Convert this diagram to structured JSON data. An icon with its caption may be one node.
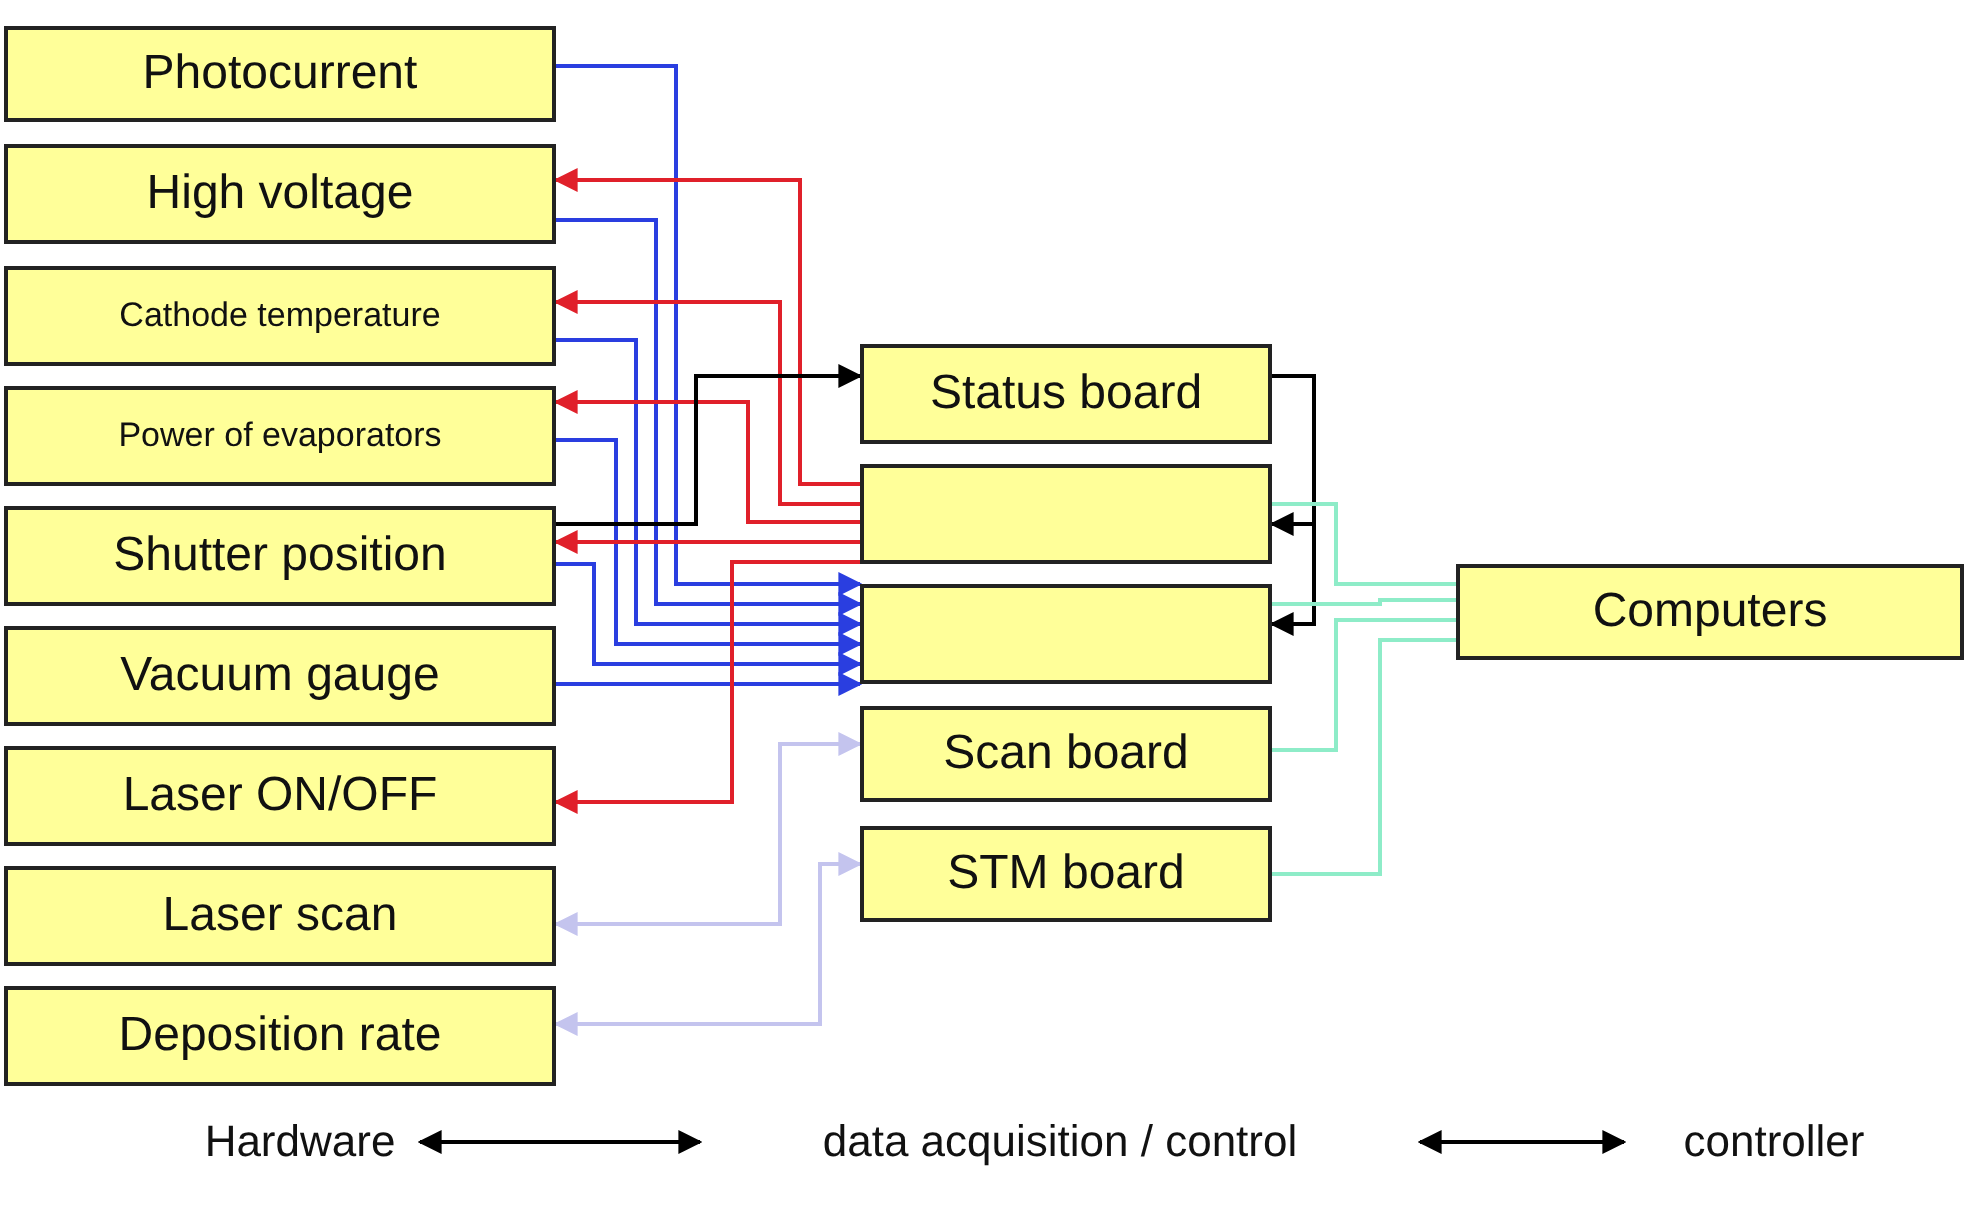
{
  "diagram": {
    "nodes": [
      {
        "text": [
          "Photocurrent"
        ]
      },
      {
        "text": [
          "High voltage"
        ]
      },
      {
        "text": [
          "Cathode temperature"
        ]
      },
      {
        "text": [
          "Power of evaporators"
        ]
      },
      {
        "text": [
          "Shutter position"
        ]
      },
      {
        "text": [
          "Vacuum gauge"
        ]
      },
      {
        "text": [
          "Laser ON/OFF"
        ]
      },
      {
        "text": [
          "Laser scan"
        ]
      },
      {
        "text": [
          "Deposition rate"
        ]
      },
      {
        "text": [
          "Status board"
        ]
      },
      {
        "text": [],
        "shape": "box"
      },
      {
        "text": [],
        "shape": "box"
      },
      {
        "text": [
          "Scan board"
        ]
      },
      {
        "text": [
          "STM board"
        ]
      },
      {
        "text": [
          "Computers"
        ]
      },
      {
        "text": [
          "Hardware"
        ]
      },
      {
        "text": [
          "data acquisition / control"
        ]
      },
      {
        "text": [
          "controller"
        ]
      }
    ],
    "edges": [
      {
        "from": 0,
        "to": 11,
        "arrow": "to"
      },
      {
        "from": 1,
        "to": 11,
        "arrow": "to"
      },
      {
        "from": 2,
        "to": 11,
        "arrow": "to"
      },
      {
        "from": 3,
        "to": 11,
        "arrow": "to"
      },
      {
        "from": 4,
        "to": 11,
        "arrow": "to"
      },
      {
        "from": 5,
        "to": 11,
        "arrow": "to"
      },
      {
        "from": 10,
        "to": 1,
        "arrow": "to",
        "color": "#e0202a"
      },
      {
        "from": 10,
        "to": 2,
        "arrow": "to",
        "color": "#e0202a"
      },
      {
        "from": 10,
        "to": 3,
        "arrow": "to",
        "color": "#e0202a"
      },
      {
        "from": 10,
        "to": 4,
        "arrow": "to",
        "color": "#e0202a"
      },
      {
        "from": 10,
        "to": 6,
        "arrow": "to",
        "color": "#e0202a"
      },
      {
        "from": 4,
        "to": 9,
        "arrow": "to",
        "color": "#000000"
      },
      {
        "from": 9,
        "to": 10,
        "arrow": "to",
        "color": "#000000"
      },
      {
        "from": 9,
        "to": 11,
        "arrow": "to",
        "color": "#000000"
      },
      {
        "from": 12,
        "to": 7,
        "arrow": "both",
        "color": "#c4c4ee"
      },
      {
        "from": 13,
        "to": 8,
        "arrow": "both",
        "color": "#c4c4ee"
      },
      {
        "from": 14,
        "to": 10,
        "arrow": "none",
        "color": "#8eecc8"
      },
      {
        "from": 14,
        "to": 11,
        "arrow": "none",
        "color": "#8eecc8"
      },
      {
        "from": 14,
        "to": 12,
        "arrow": "none",
        "color": "#8eecc8"
      },
      {
        "from": 14,
        "to": 13,
        "arrow": "none",
        "color": "#8eecc8"
      },
      {
        "from": 15,
        "to": 16,
        "arrow": "both",
        "color": "#000000"
      },
      {
        "from": 16,
        "to": 17,
        "arrow": "both",
        "color": "#000000"
      }
    ]
  }
}
